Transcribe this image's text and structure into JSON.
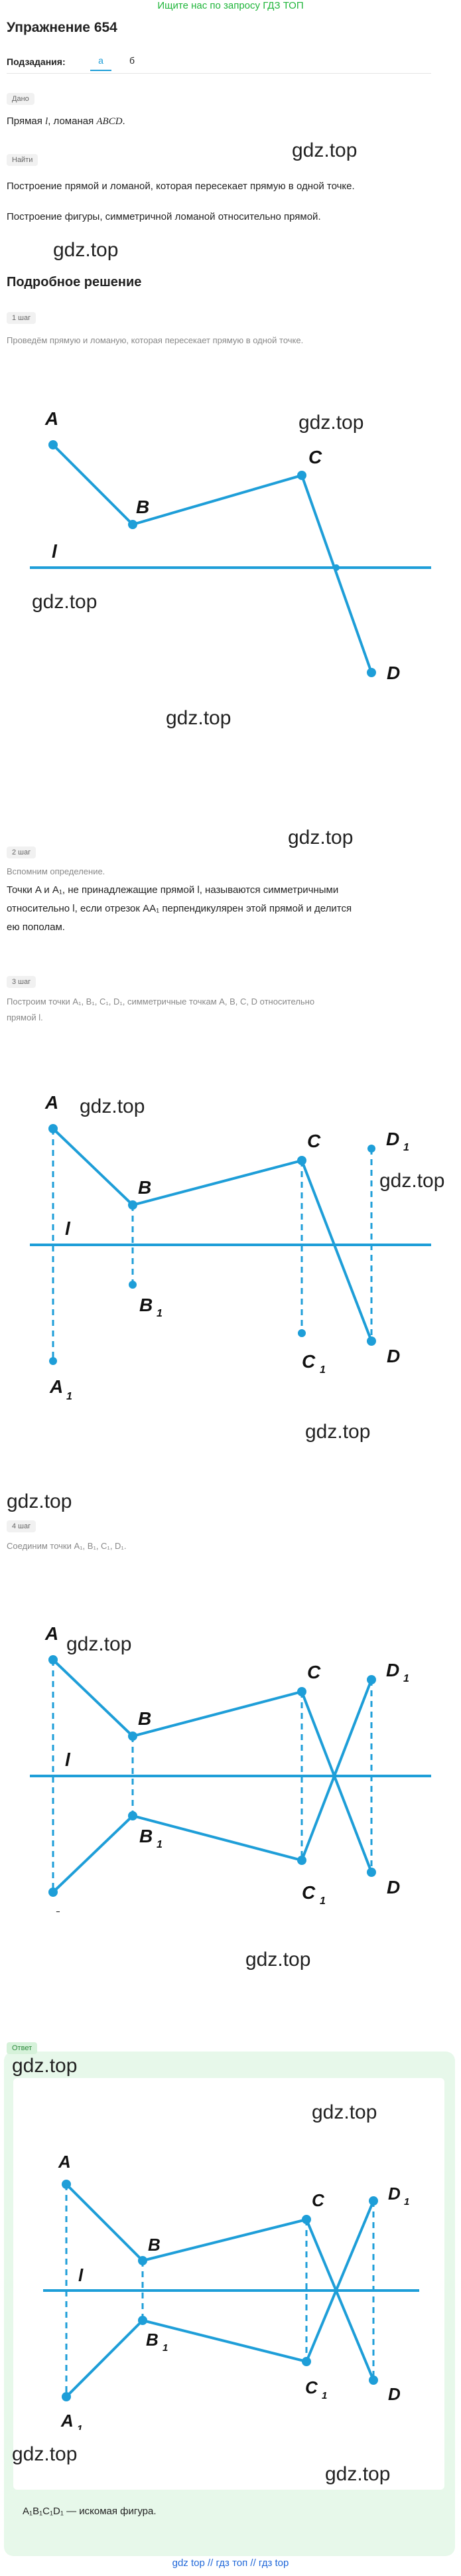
{
  "header": {
    "top_link": "Ищите нас по запросу ГДЗ ТОП",
    "title": "Упражнение 654",
    "subtasks_label": "Подзадания:",
    "tabs": [
      "а",
      "б"
    ]
  },
  "given": {
    "badge": "Дано",
    "text_prefix": "Прямая ",
    "line_name": "l",
    "text_middle": ", ломаная ",
    "broken_name": "ABCD",
    "text_suffix": "."
  },
  "find": {
    "badge": "Найти",
    "item1": "Построение прямой и ломаной, которая пересекает прямую в одной точке.",
    "item2": "Построение фигуры, симметричной ломаной относительно прямой."
  },
  "solution_title": "Подробное решение",
  "steps": {
    "s1_badge": "1 шаг",
    "s1_text": "Проведём прямую и ломаную, которая пересекает прямую в одной точке.",
    "s2_badge": "2 шаг",
    "s2_p1": "Вспомним определение.",
    "s2_p2": "Точки A и A₁, не принадлежащие прямой l, называются симметричными",
    "s2_p3": "относительно l, если отрезок AA₁ перпендикулярен этой прямой и делится",
    "s2_p4": "ею пополам.",
    "s3_badge": "3 шаг",
    "s3_text1": "Построим точки A₁, B₁, C₁, D₁, симметричные точкам A, B, C, D относительно",
    "s3_text2": "прямой l.",
    "s4_badge": "4 шаг",
    "s4_text": "Соединим точки A₁, B₁, C₁, D₁."
  },
  "answer": {
    "badge": "Ответ",
    "text": "A₁B₁C₁D₁ — искомая фигура."
  },
  "watermark": "gdz.top",
  "labels": {
    "A": "A",
    "B": "B",
    "C": "C",
    "D": "D",
    "l": "l",
    "A1": "A",
    "B1": "B",
    "C1": "C",
    "D1": "D",
    "sub1": "1"
  },
  "footer": "gdz top  //  гдз топ  //  гдз top",
  "colors": {
    "accent": "#1e9ed8",
    "green": "#1fb53a",
    "answer_bg": "#e7f8ea"
  }
}
